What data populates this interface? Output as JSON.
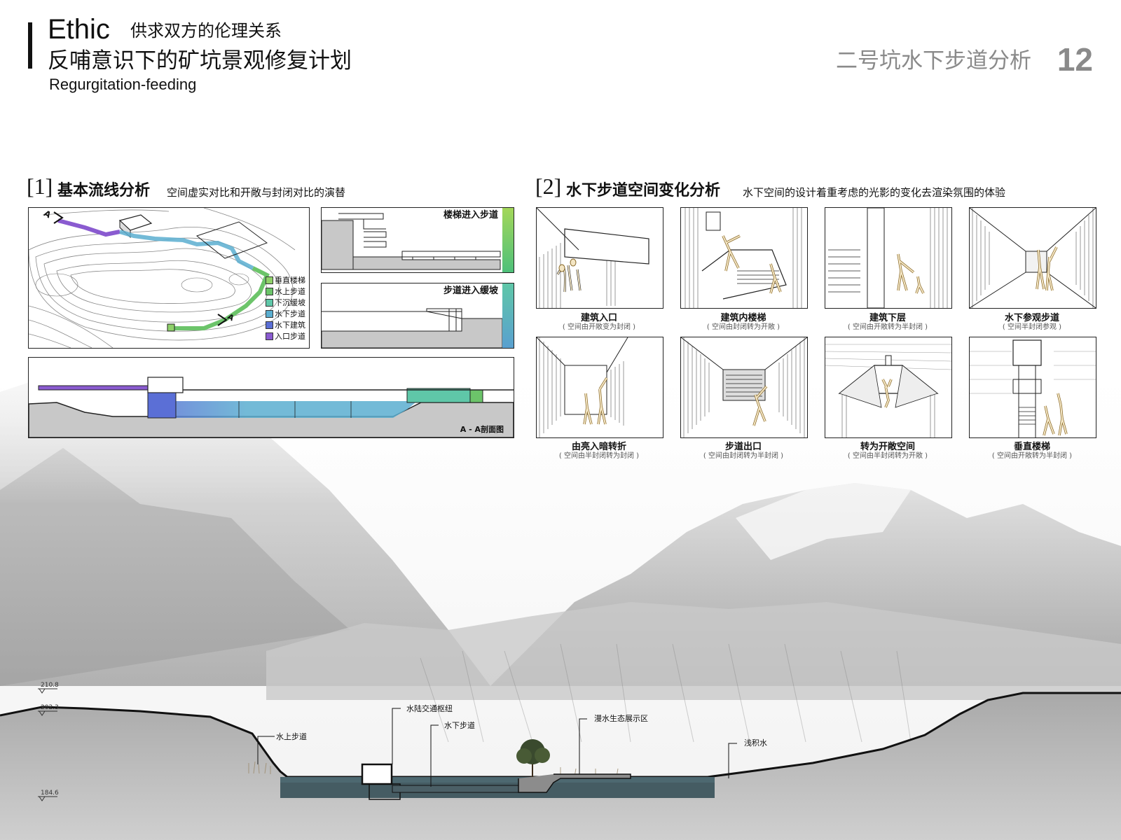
{
  "header": {
    "ethic": "Ethic",
    "subtitle1": "供求双方的伦理关系",
    "title_cn": "反哺意识下的矿坑景观修复计划",
    "title_en": "Regurgitation-feeding",
    "page_title": "二号坑水下步道分析",
    "page_number": "12"
  },
  "section1": {
    "num": "[1]",
    "title": "基本流线分析",
    "desc": "空间虚实对比和开敞与封闭对比的演替",
    "plan_cut_a": "A",
    "legend": [
      {
        "label": "垂直楼梯",
        "color": "#8fd16a"
      },
      {
        "label": "水上步道",
        "color": "#6cc46a"
      },
      {
        "label": "下沉缓坡",
        "color": "#5fc7a8"
      },
      {
        "label": "水下步道",
        "color": "#5aaed0"
      },
      {
        "label": "水下建筑",
        "color": "#5b6fd6"
      },
      {
        "label": "入口步道",
        "color": "#8a5bd0"
      }
    ],
    "panel_stair": "楼梯进入步道",
    "panel_slope": "步道进入缓坡",
    "section_label": "A - A剖面图"
  },
  "section2": {
    "num": "[2]",
    "title": "水下步道空间变化分析",
    "desc": "水下空间的设计着重考虑的光影的变化去渲染氛围的体验",
    "cells": [
      {
        "title": "建筑入口",
        "sub": "( 空间由开敞变为封闭 )"
      },
      {
        "title": "建筑内楼梯",
        "sub": "( 空间由封闭转为开敞 )"
      },
      {
        "title": "建筑下层",
        "sub": "( 空间由开敞转为半封闭 )"
      },
      {
        "title": "水下参观步道",
        "sub": "( 空间半封闭参观 )"
      },
      {
        "title": "由亮入暗转折",
        "sub": "( 空间由半封闭转为封闭 )"
      },
      {
        "title": "步道出口",
        "sub": "( 空间由封闭转为半封闭 )"
      },
      {
        "title": "转为开敞空间",
        "sub": "( 空间由半封闭转为开敞 )"
      },
      {
        "title": "垂直楼梯",
        "sub": "( 空间由开敞转为半封闭 )"
      }
    ]
  },
  "bottom_section": {
    "elevations": [
      "210.8",
      "202.3",
      "184.6"
    ],
    "annotations": [
      "水陆交通枢纽",
      "水上步道",
      "水下步道",
      "漫水生态展示区",
      "浅积水"
    ]
  },
  "colors": {
    "water": "#2f4a52",
    "ground": "#b8b8b8",
    "accent_gray": "#8a8a8a"
  }
}
